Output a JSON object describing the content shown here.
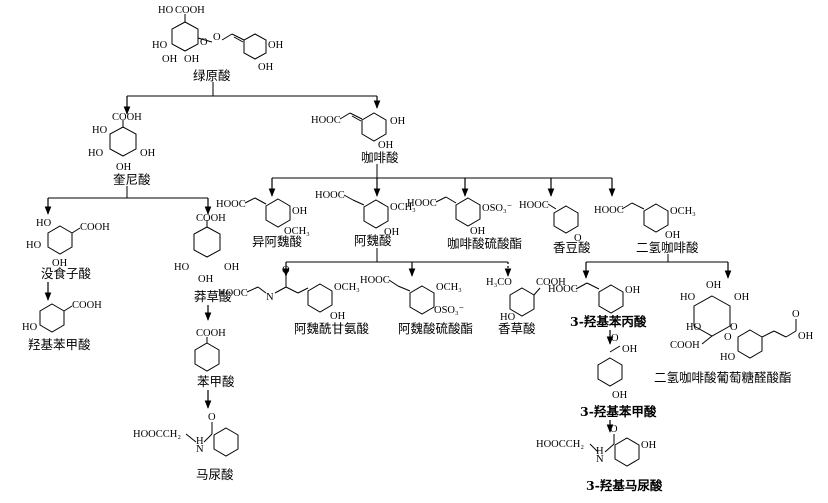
{
  "compounds": {
    "chlorogenic": "绿原酸",
    "quinic": "奎尼酸",
    "caffeic": "咖啡酸",
    "gallic": "没食子酸",
    "shikimic": "莽草酸",
    "hydroxybenzoic": "羟基苯甲酸",
    "benzoic": "苯甲酸",
    "hippuric": "马尿酸",
    "isoferulic": "异阿魏酸",
    "ferulic": "阿魏酸",
    "caffeic_sulfate": "咖啡酸硫酸酯",
    "coumarin": "香豆酸",
    "dihydrocaffeic": "二氢咖啡酸",
    "feruloylglycine": "阿魏酰甘氨酸",
    "ferulic_sulfate": "阿魏酸硫酸酯",
    "vanillic": "香草酸",
    "hydroxyphenylpropionic": "3-羟基苯丙酸",
    "dihydrocaffeic_glucuronide": "二氢咖啡酸葡萄糖醛酸酯",
    "hydroxybenzoic_3": "3-羟基苯甲酸",
    "hydroxyhippuric": "3-羟基马尿酸"
  },
  "groups": {
    "cooh": "COOH",
    "hooc": "HOOC",
    "oh": "OH",
    "ho": "HO",
    "o": "O",
    "h": "H",
    "n": "N",
    "ch2": "CH₂",
    "och3": "OCH₃",
    "oso3": "OSO₃⁻",
    "h3co": "H₃CO",
    "hoocch2": "HOOCCH₂"
  }
}
